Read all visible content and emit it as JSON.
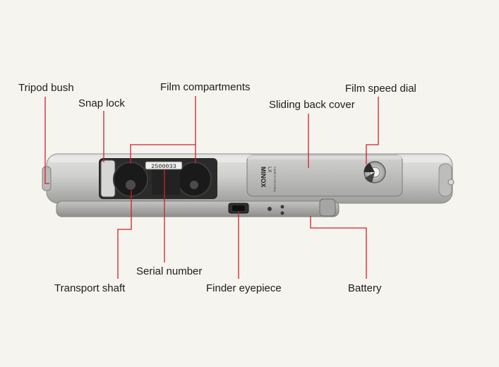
{
  "labels": {
    "tripod_bush": "Tripod bush",
    "snap_lock": "Snap lock",
    "film_compartments": "Film compartments",
    "sliding_back_cover": "Sliding back cover",
    "film_speed_dial": "Film speed dial",
    "serial_number": "Serial number",
    "transport_shaft": "Transport shaft",
    "finder_eyepiece": "Finder eyepiece",
    "battery": "Battery"
  },
  "camera": {
    "brand": "MINOX",
    "model": "LX",
    "made_in": "made in Germany",
    "serial": "2500033"
  },
  "colors": {
    "leader_line": "#d0202a",
    "background": "#f6f4ef",
    "body_metal": "#c9c9c7",
    "cover_metal": "#b7b8b6"
  }
}
